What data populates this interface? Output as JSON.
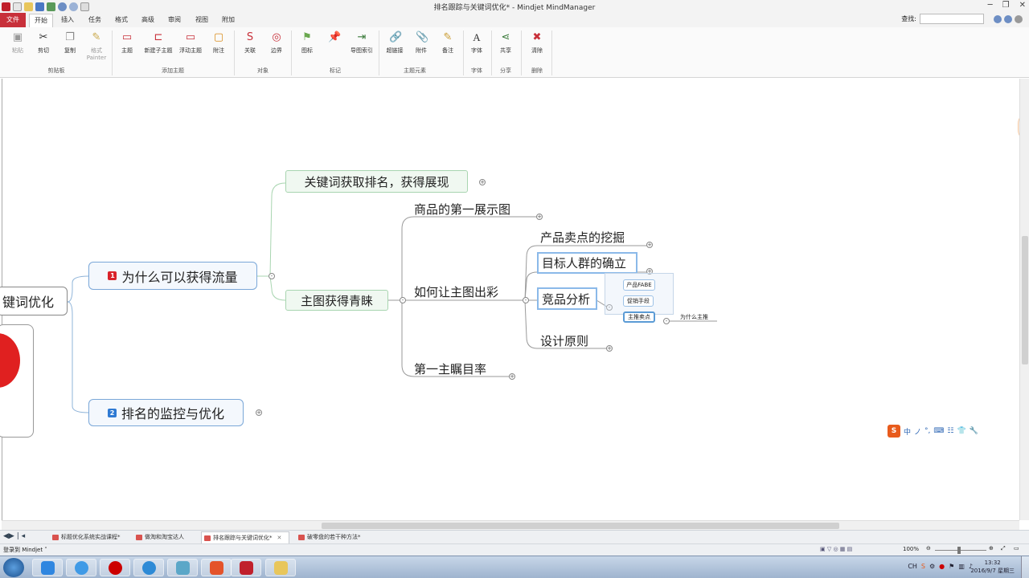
{
  "window": {
    "title": "排名跟踪与关键词优化* - Mindjet MindManager"
  },
  "ribbon": {
    "tabs": [
      "文件",
      "开始",
      "插入",
      "任务",
      "格式",
      "高级",
      "审阅",
      "视图",
      "附加"
    ],
    "search_label": "查找:",
    "groups": {
      "clipboard": {
        "label": "剪贴板",
        "buttons": [
          "粘贴",
          "剪切",
          "复制",
          "格式\nPainter"
        ]
      },
      "add_topic": {
        "label": "添加主题",
        "buttons": [
          "主题",
          "新建子主题",
          "浮动主题",
          "附注"
        ]
      },
      "object": {
        "label": "对象",
        "buttons": [
          "关联",
          "边界"
        ]
      },
      "marker": {
        "label": "标记",
        "buttons": [
          "图标",
          "",
          "导图索引"
        ]
      },
      "topic_elements": {
        "label": "主题元素",
        "buttons": [
          "超链接",
          "附件",
          "备注"
        ]
      },
      "font": {
        "label": "字体",
        "buttons": [
          "字体"
        ]
      },
      "share": {
        "label": "分享",
        "buttons": [
          "共享"
        ]
      },
      "delete": {
        "label": "删除",
        "buttons": [
          "清除"
        ]
      }
    }
  },
  "map": {
    "central_partial": "键词优化",
    "l1": [
      {
        "num": "1",
        "label": "为什么可以获得流量",
        "color": "#d9232a"
      },
      {
        "num": "2",
        "label": "排名的监控与优化",
        "color": "#2f7ad3"
      }
    ],
    "l2": [
      "关键词获取排名，获得展现",
      "主图获得青睐"
    ],
    "l3": [
      "商品的第一展示图",
      "如何让主图出彩",
      "第一主瞩目率"
    ],
    "l4": [
      "产品卖点的挖掘",
      "目标人群的确立",
      "竞品分析",
      "设计原则"
    ],
    "l5": [
      "产品FABE",
      "促销手段",
      "主推卖点"
    ],
    "l6": [
      "为什么主推"
    ]
  },
  "ime": {
    "items": [
      "中",
      "ノ",
      "°,",
      "⌨",
      "☷",
      "👕",
      "🔧"
    ]
  },
  "doc_tabs": [
    {
      "label": "标题优化系统实战课程*",
      "active": false
    },
    {
      "label": "做淘和淘宝达人",
      "active": false
    },
    {
      "label": "排名跟踪与关键词优化*",
      "active": true
    },
    {
      "label": "破零盘的若干种方法*",
      "active": false
    }
  ],
  "status": {
    "login": "登录到 Mindjet ˅",
    "zoom": "100%"
  },
  "taskbar": {
    "apps": [
      {
        "name": "baidu-app",
        "color": "#2f86e0"
      },
      {
        "name": "ie-app",
        "color": "#3f9ae6"
      },
      {
        "name": "record-app",
        "color": "#c00"
      },
      {
        "name": "sogou-app",
        "color": "#2d8ad6"
      },
      {
        "name": "files-app",
        "color": "#5ba7c8"
      },
      {
        "name": "taobao-app",
        "color": "#e4532a"
      },
      {
        "name": "mindjet-app",
        "color": "#c0202c"
      },
      {
        "name": "explorer-app",
        "color": "#e8c65c"
      }
    ],
    "tray_lang": "CH",
    "time": "13:32",
    "date": "2016/9/7 星期三"
  }
}
